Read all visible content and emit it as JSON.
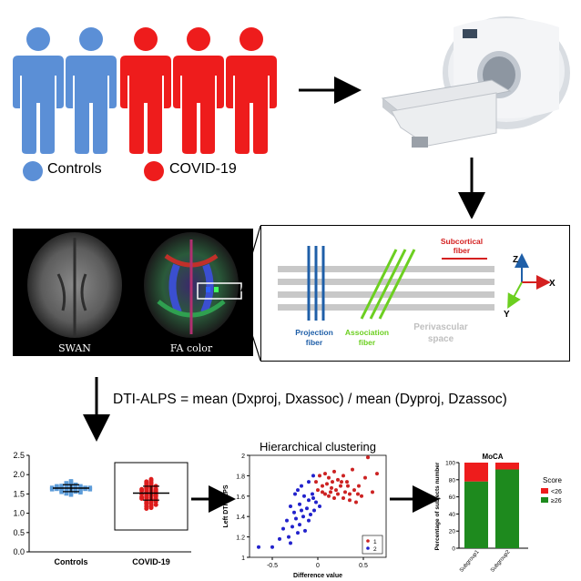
{
  "groups": {
    "controls_label": "Controls",
    "covid_label": "COVID-19",
    "controls_color": "#5b8fd6",
    "covid_color": "#ee1c1c"
  },
  "brain_panel": {
    "swan_label": "SWAN",
    "fa_label": "FA color"
  },
  "fiber_diagram": {
    "subcortical_label": [
      "Subcortical",
      "fiber"
    ],
    "projection_label": [
      "Projection",
      "fiber"
    ],
    "association_label": [
      "Association",
      "fiber"
    ],
    "perivascular_label": [
      "Perivascular",
      "space"
    ],
    "axis_z": "Z",
    "axis_x": "X",
    "axis_y": "Y"
  },
  "formula": "DTI-ALPS = mean (Dxproj, Dxassoc) / mean (Dyproj, Dzassoc)",
  "chart_data": [
    {
      "type": "scatter",
      "title": "",
      "categories": [
        "Controls",
        "COVID-19"
      ],
      "ylim": [
        0.0,
        2.5
      ],
      "yticks": [
        "0.0",
        "0.5",
        "1.0",
        "1.5",
        "2.0",
        "2.5"
      ],
      "series": [
        {
          "values": [
            1.76,
            1.74,
            1.73,
            1.72,
            1.71,
            1.7,
            1.7,
            1.69,
            1.68,
            1.68,
            1.67,
            1.67,
            1.66,
            1.66,
            1.65,
            1.65,
            1.64,
            1.64,
            1.63,
            1.63,
            1.62,
            1.62,
            1.61,
            1.6,
            1.59,
            1.58,
            1.57,
            1.56,
            1.55,
            1.54,
            1.53,
            1.72,
            1.69,
            1.66,
            1.63,
            1.6,
            1.57,
            1.78,
            1.75,
            1.8,
            1.51,
            1.48,
            1.83
          ]
        },
        {
          "values": [
            1.88,
            1.85,
            1.82,
            1.8,
            1.78,
            1.76,
            1.74,
            1.72,
            1.7,
            1.68,
            1.66,
            1.64,
            1.62,
            1.6,
            1.58,
            1.56,
            1.54,
            1.52,
            1.5,
            1.48,
            1.46,
            1.44,
            1.42,
            1.4,
            1.38,
            1.36,
            1.34,
            1.32,
            1.3,
            1.28,
            1.26,
            1.24,
            1.22,
            1.2,
            1.18,
            1.16,
            1.14,
            1.12,
            1.7,
            1.65,
            1.6,
            1.55,
            1.5,
            1.45,
            1.4,
            1.35,
            1.3,
            1.25,
            1.62,
            1.58,
            1.52,
            1.48,
            1.44,
            1.38
          ]
        }
      ],
      "mean_sd": [
        [
          1.65,
          0.09
        ],
        [
          1.52,
          0.18
        ]
      ]
    },
    {
      "type": "scatter",
      "title": "Hierarchical clustering",
      "xlabel": "Difference value",
      "ylabel": "Left DTI-ALPS",
      "xlim": [
        -0.75,
        0.75
      ],
      "ylim": [
        1.0,
        2.0
      ],
      "xticks": [
        "-0.5",
        "0",
        "0.5"
      ],
      "yticks": [
        "1",
        "1.2",
        "1.4",
        "1.6",
        "1.8",
        "2"
      ],
      "legend": [
        "1",
        "2"
      ],
      "series": [
        {
          "name": "1",
          "color": "#cc2222",
          "points": [
            [
              0.02,
              1.8
            ],
            [
              0.08,
              1.82
            ],
            [
              0.12,
              1.78
            ],
            [
              0.18,
              1.84
            ],
            [
              0.22,
              1.76
            ],
            [
              0.28,
              1.8
            ],
            [
              0.32,
              1.74
            ],
            [
              0.38,
              1.86
            ],
            [
              0.45,
              1.7
            ],
            [
              0.52,
              1.78
            ],
            [
              0.1,
              1.72
            ],
            [
              0.15,
              1.68
            ],
            [
              0.2,
              1.66
            ],
            [
              0.25,
              1.7
            ],
            [
              0.3,
              1.64
            ],
            [
              0.35,
              1.62
            ],
            [
              0.4,
              1.66
            ],
            [
              0.48,
              1.6
            ],
            [
              0.55,
              1.98
            ],
            [
              0.05,
              1.64
            ],
            [
              0.12,
              1.6
            ],
            [
              0.18,
              1.58
            ],
            [
              0.22,
              1.62
            ],
            [
              0.28,
              1.58
            ],
            [
              0.35,
              1.56
            ],
            [
              0.42,
              1.54
            ],
            [
              0.05,
              1.7
            ],
            [
              -0.02,
              1.74
            ],
            [
              0.65,
              1.82
            ],
            [
              0.0,
              1.66
            ],
            [
              0.08,
              1.62
            ],
            [
              0.14,
              1.64
            ],
            [
              0.26,
              1.74
            ],
            [
              0.33,
              1.7
            ],
            [
              0.44,
              1.62
            ],
            [
              0.6,
              1.64
            ],
            [
              0.16,
              1.74
            ]
          ]
        },
        {
          "name": "2",
          "color": "#2222cc",
          "points": [
            [
              -0.05,
              1.8
            ],
            [
              -0.1,
              1.74
            ],
            [
              -0.18,
              1.7
            ],
            [
              -0.22,
              1.66
            ],
            [
              -0.25,
              1.62
            ],
            [
              -0.15,
              1.6
            ],
            [
              -0.05,
              1.58
            ],
            [
              -0.02,
              1.54
            ],
            [
              -0.1,
              1.56
            ],
            [
              -0.2,
              1.52
            ],
            [
              -0.3,
              1.5
            ],
            [
              -0.12,
              1.48
            ],
            [
              -0.04,
              1.46
            ],
            [
              -0.08,
              1.42
            ],
            [
              -0.16,
              1.4
            ],
            [
              -0.24,
              1.38
            ],
            [
              -0.34,
              1.36
            ],
            [
              -0.1,
              1.36
            ],
            [
              -0.2,
              1.32
            ],
            [
              -0.28,
              1.3
            ],
            [
              -0.38,
              1.28
            ],
            [
              -0.14,
              1.26
            ],
            [
              -0.22,
              1.24
            ],
            [
              -0.32,
              1.2
            ],
            [
              -0.42,
              1.18
            ],
            [
              -0.3,
              1.14
            ],
            [
              -0.5,
              1.1
            ],
            [
              -0.65,
              1.1
            ],
            [
              -0.18,
              1.46
            ],
            [
              0.02,
              1.5
            ],
            [
              -0.26,
              1.44
            ],
            [
              -0.06,
              1.62
            ]
          ]
        }
      ]
    },
    {
      "type": "bar",
      "title": "MoCA",
      "ylabel": "Percentage of subjects number",
      "categories": [
        "Subgroup1",
        "Subgroup2"
      ],
      "ylim": [
        0,
        100
      ],
      "yticks": [
        "0",
        "20",
        "40",
        "60",
        "80",
        "100"
      ],
      "legend_title": "Score",
      "series": [
        {
          "name": "<26",
          "color": "#ee1c1c",
          "values": [
            22,
            8
          ]
        },
        {
          "name": "≥26",
          "color": "#1e8a1e",
          "values": [
            78,
            92
          ]
        }
      ]
    }
  ]
}
